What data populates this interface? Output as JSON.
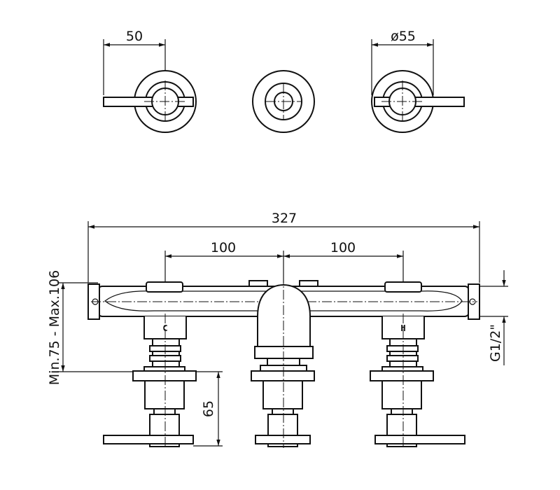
{
  "dimensions": {
    "handle_span": "50",
    "rosette_diameter": "ø55",
    "overall_length": "327",
    "spacing_left": "100",
    "spacing_right": "100",
    "adjust_range": "Min.75  -  Max.106",
    "spindle_length": "65",
    "thread": "G1/2\""
  },
  "markings": {
    "cold": "C",
    "hot": "H"
  }
}
